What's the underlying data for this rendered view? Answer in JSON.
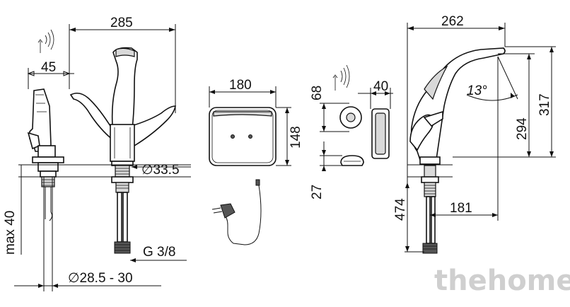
{
  "dimensions": {
    "width_total": "285",
    "spray_width": "45",
    "base_diameter": "∅33.5",
    "thread": "G 3/8",
    "counter_thickness": "max 40",
    "hole_diameter": "∅28.5 - 30",
    "sensor_width": "180",
    "sensor_height": "148",
    "receiver_height": "68",
    "receiver_depth": "40",
    "receiver_bottom": "27",
    "side_width": "262",
    "spout_angle": "13°",
    "spout_height": "294",
    "total_height": "317",
    "hose_length": "474",
    "reach": "181"
  },
  "watermark": "thehome",
  "colors": {
    "line": "#111111",
    "part_fill": "#ffffff",
    "shade": "#d9d9d9",
    "watermark": "#cfcfcf"
  },
  "icons": [
    "wireless-signal-icon",
    "power-adapter-icon"
  ]
}
